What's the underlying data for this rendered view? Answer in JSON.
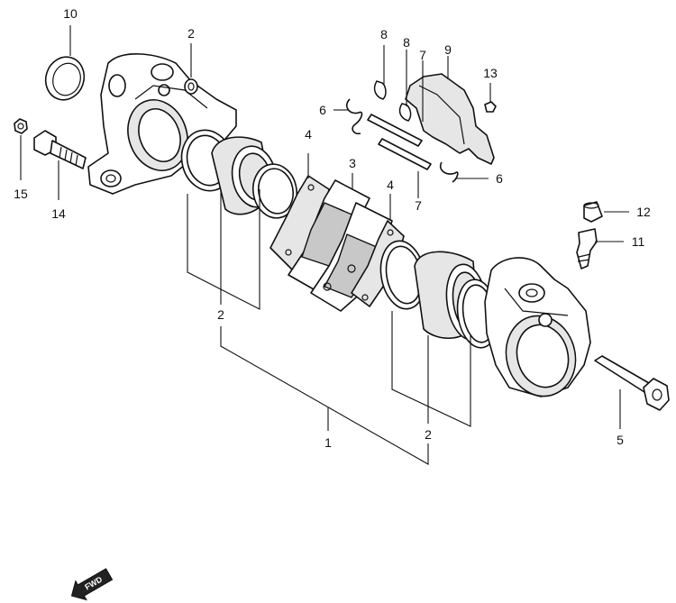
{
  "callouts": {
    "c1": "1",
    "c2a": "2",
    "c2b": "2",
    "c2c": "2",
    "c3": "3",
    "c4a": "4",
    "c4b": "4",
    "c5": "5",
    "c6a": "6",
    "c6b": "6",
    "c7a": "7",
    "c7b": "7",
    "c8a": "8",
    "c8b": "8",
    "c9": "9",
    "c10": "10",
    "c11": "11",
    "c12": "12",
    "c13": "13",
    "c14": "14",
    "c15": "15"
  },
  "fwd": {
    "label": "FWD"
  }
}
